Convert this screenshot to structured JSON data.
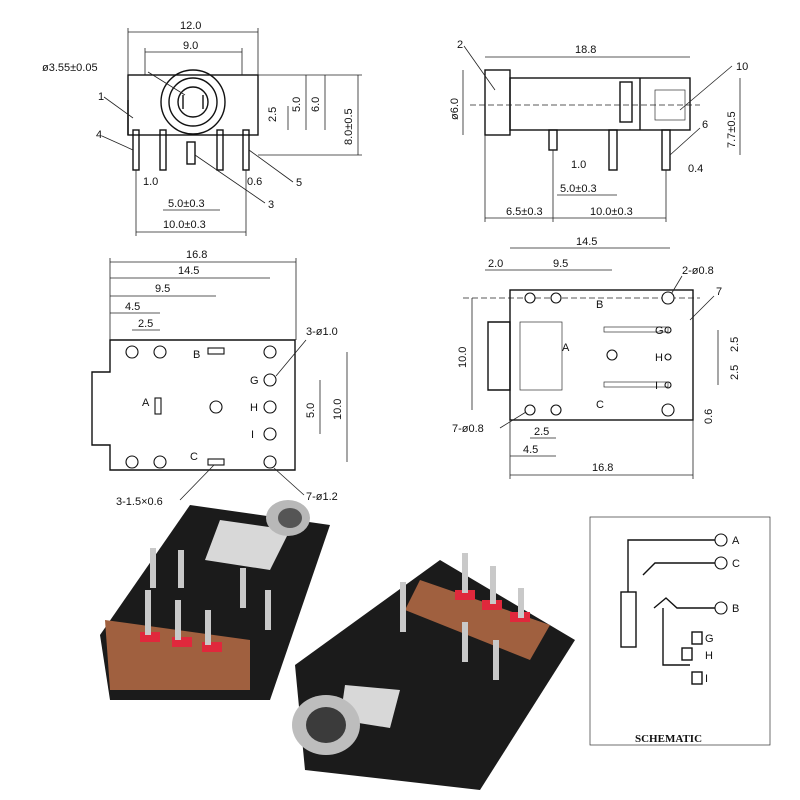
{
  "front_view": {
    "width_outer": "12.0",
    "width_inner": "9.0",
    "hole_dia": "ø3.55±0.05",
    "callout_1": "1",
    "callout_4": "4",
    "callout_3": "3",
    "callout_5": "5",
    "dim_2_5": "2.5",
    "dim_5_0": "5.0",
    "dim_6_0": "6.0",
    "dim_8_0": "8.0±0.5",
    "dim_1_0": "1.0",
    "dim_0_6": "0.6",
    "dim_5_0_tol": "5.0±0.3",
    "dim_10_0_tol": "10.0±0.3"
  },
  "side_view": {
    "callout_2": "2",
    "callout_10": "10",
    "callout_6": "6",
    "length": "18.8",
    "dia": "ø6.0",
    "height": "7.7±0.5",
    "dim_1_0": "1.0",
    "dim_5_0_tol": "5.0±0.3",
    "dim_0_4": "0.4",
    "dim_6_5_tol": "6.5±0.3",
    "dim_10_0_tol": "10.0±0.3"
  },
  "bottom_view": {
    "dim_16_8": "16.8",
    "dim_14_5": "14.5",
    "dim_9_5": "9.5",
    "dim_4_5": "4.5",
    "dim_2_5": "2.5",
    "hole_callout": "3-ø1.0",
    "slot_callout": "3-1.5×0.6",
    "hole_callout_2": "7-ø1.2",
    "dim_5_0": "5.0",
    "dim_10_0": "10.0",
    "pin_A": "A",
    "pin_B": "B",
    "pin_C": "C",
    "pin_G": "G",
    "pin_H": "H",
    "pin_I": "I"
  },
  "top_view": {
    "dim_14_5": "14.5",
    "dim_2_0": "2.0",
    "dim_9_5": "9.5",
    "hole_callout": "2-ø0.8",
    "callout_7": "7",
    "dim_10_0": "10.0",
    "dim_2_5_a": "2.5",
    "dim_2_5_b": "2.5",
    "dim_0_6": "0.6",
    "hole_callout_2": "7-ø0.8",
    "dim_2_5_c": "2.5",
    "dim_4_5": "4.5",
    "dim_16_8": "16.8",
    "pin_A": "A",
    "pin_B": "B",
    "pin_C": "C",
    "pin_G": "G",
    "pin_H": "H",
    "pin_I": "I"
  },
  "schematic": {
    "title": "SCHEMATIC",
    "pin_A": "A",
    "pin_C": "C",
    "pin_B": "B",
    "pin_G": "G",
    "pin_H": "H",
    "pin_I": "I"
  },
  "colors": {
    "housing": "#1b1b1b",
    "pcb": "#a0603f",
    "pin_marks": "#e0283c",
    "metal": "#c9c9c9"
  }
}
